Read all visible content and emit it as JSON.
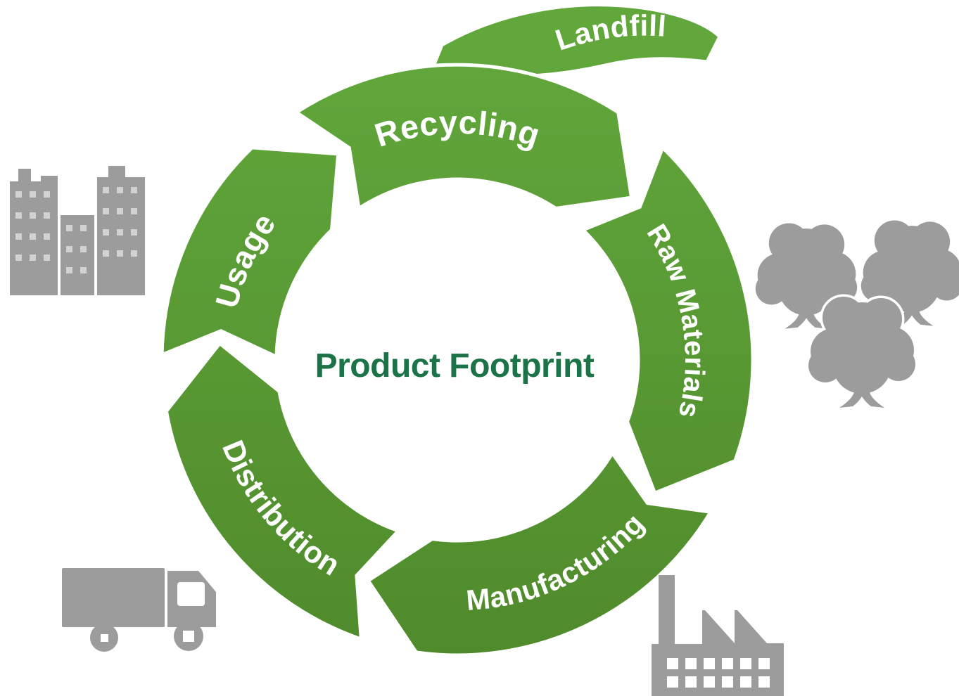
{
  "diagram": {
    "center_label": "Product Footprint",
    "stages": [
      {
        "id": "recycling",
        "label": "Recycling"
      },
      {
        "id": "raw-materials",
        "label": "Raw Materials"
      },
      {
        "id": "manufacturing",
        "label": "Manufacturing"
      },
      {
        "id": "distribution",
        "label": "Distribution"
      },
      {
        "id": "usage",
        "label": "Usage"
      }
    ],
    "branch": {
      "id": "landfill",
      "label": "Landfill"
    },
    "flow_order": [
      "Raw Materials",
      "Manufacturing",
      "Distribution",
      "Usage",
      "Recycling",
      "Landfill"
    ],
    "colors": {
      "ring_green_light": "#61a73b",
      "ring_green_dark": "#4f8a2b",
      "center_text_green": "#1b7347",
      "icon_gray": "#9c9c9c",
      "label_white": "#ffffff"
    },
    "icons": [
      {
        "name": "city-buildings-icon",
        "position": "top-left"
      },
      {
        "name": "trees-icon",
        "position": "right"
      },
      {
        "name": "factory-icon",
        "position": "bottom-right"
      },
      {
        "name": "truck-icon",
        "position": "bottom-left"
      }
    ]
  }
}
